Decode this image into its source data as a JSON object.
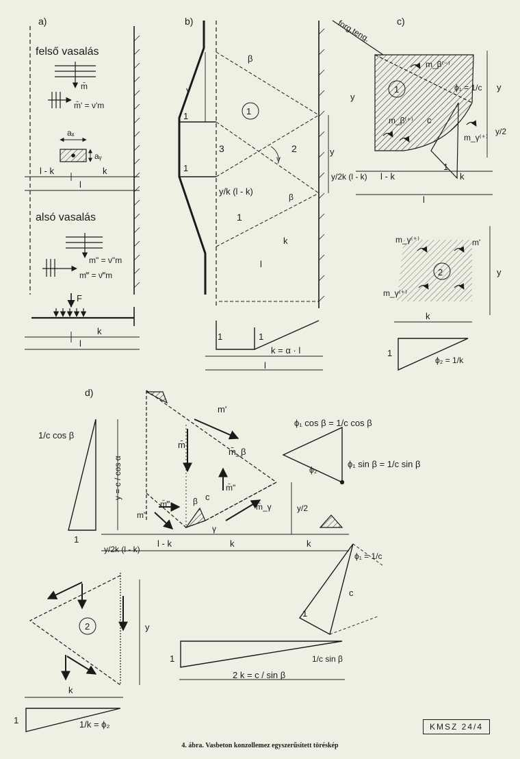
{
  "panels": {
    "a": {
      "tag": "a)",
      "top_label": "felső vasalás",
      "m_bar": "m̄",
      "top_moment": "m̄' = ν'm",
      "ax": "aₓ",
      "ay": "aᵧ",
      "l_minus_k": "l - k",
      "k": "k",
      "l": "l",
      "bottom_label": "alsó vasalás",
      "m_double": "m\" = ν\"m",
      "m_triple": "m‴ = ν‴m",
      "force": "F",
      "load_k": "k",
      "load_l": "l"
    },
    "b": {
      "tag": "b)",
      "beta": "β",
      "one": "1",
      "region1": "1",
      "region2": "2",
      "region3": "3",
      "y": "y",
      "gamma": "γ",
      "yk": "y/k (l - k)",
      "k": "k",
      "l": "l",
      "k_alpha": "k = α · l"
    },
    "c": {
      "tag": "c)",
      "axis_label": "forg.teng.",
      "m_beta_minus": "m_β⁽⁻⁾",
      "m_beta_plus": "m_β⁽⁺⁾",
      "m_gamma_plus": "m_γ⁽⁺⁾",
      "phi1": "ϕ₁ = 1/c",
      "c": "c",
      "y": "y",
      "y_half": "y/2",
      "y2k": "y/2k (l - k)",
      "l_minus_k": "l - k",
      "k": "k",
      "l": "l",
      "m_prime": "m'",
      "phi2": "ϕ₂ = 1/k",
      "region1": "1",
      "region2": "2",
      "one": "1"
    },
    "d": {
      "tag": "d)",
      "cos_label": "1/c cos β",
      "y_eq": "y = c / cos α",
      "one": "1",
      "m_prime": "m'",
      "m_bar": "m̄",
      "m_beta": "m̄_β",
      "m_double_bar": "m̄\"",
      "m_triple_bar": "m̄‴",
      "m_gamma": "m̄_γ",
      "m_dbl": "m\"",
      "c": "c",
      "beta": "β",
      "gamma": "γ",
      "y_half": "y/2",
      "y2k": "y/2k (l - k)",
      "l_minus_k": "l - k",
      "k": "k",
      "phi_cos": "ϕ₁ cos β = 1/c cos β",
      "phi_sin": "ϕ₁ sin β = 1/c sin β",
      "phi2": "ϕ₂",
      "phi1": "ϕ₁ = 1/c",
      "region2": "2",
      "y": "y",
      "two_k": "2 k = c / sin β",
      "sin_label": "1/c sin β",
      "phi2_eq": "1/k = ϕ₂"
    }
  },
  "stamp": "KMSZ 24/4",
  "caption": "4. ábra. Vasbeton konzollemez egyszerűsített töréskép"
}
